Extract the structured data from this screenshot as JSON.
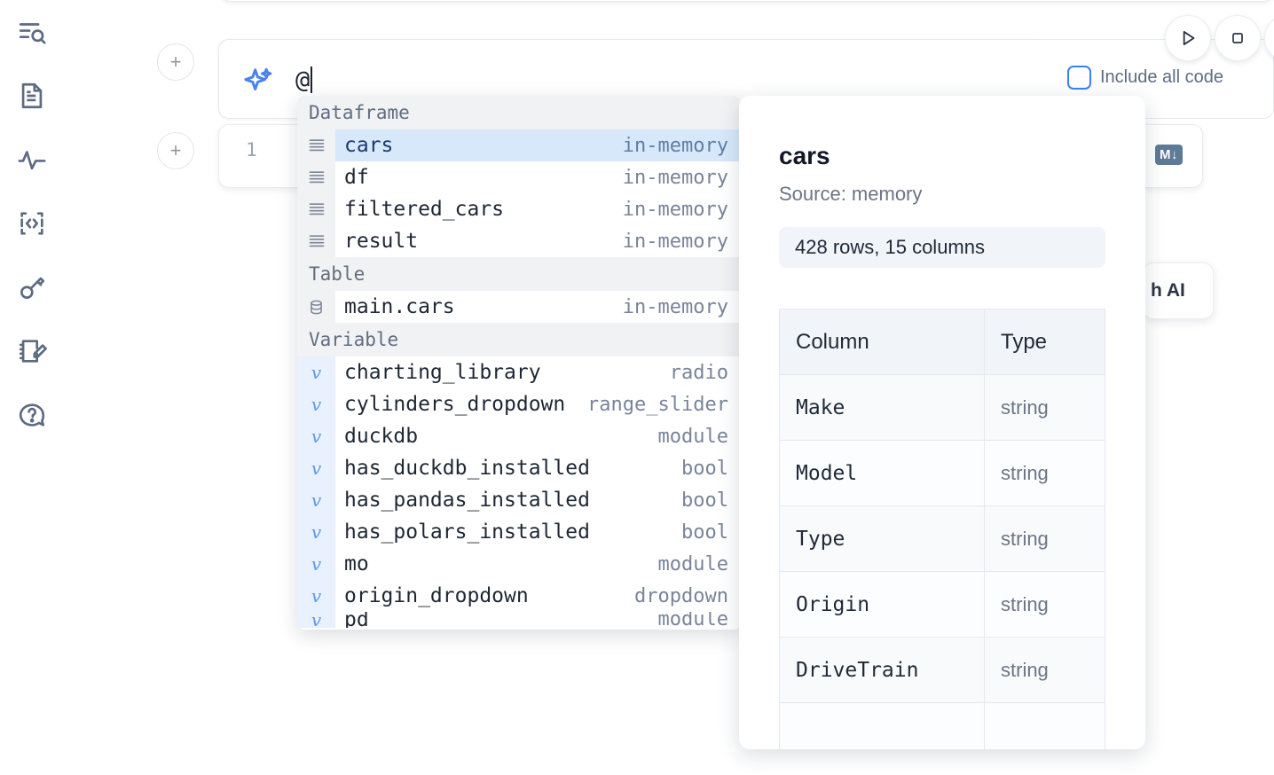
{
  "rail": {
    "items": [
      {
        "name": "explore-search-icon",
        "label": "Explore"
      },
      {
        "name": "document-icon",
        "label": "Notebook"
      },
      {
        "name": "activity-icon",
        "label": "Activity"
      },
      {
        "name": "code-snippet-icon",
        "label": "Snippets"
      },
      {
        "name": "key-icon",
        "label": "Secrets"
      },
      {
        "name": "notepad-edit-icon",
        "label": "Scratchpad"
      },
      {
        "name": "help-chat-icon",
        "label": "Help"
      }
    ]
  },
  "toolbar": {
    "add_cell_label": "+",
    "run_label": "Run",
    "stop_label": "Stop",
    "include_all_code_label": "Include all code",
    "include_all_code_checked": false,
    "ai_chip_label": "h AI"
  },
  "cell": {
    "line_number": "1",
    "database_icon": "database-icon",
    "markdown_badge": "M↓"
  },
  "prompt": {
    "value": "@",
    "sparkle_icon": "sparkle-icon"
  },
  "autocomplete": {
    "groups": [
      {
        "label": "Dataframe",
        "icon": "dataframe-icon",
        "kind": "dataframe",
        "items": [
          {
            "name": "cars",
            "type": "in-memory",
            "selected": true
          },
          {
            "name": "df",
            "type": "in-memory",
            "selected": false
          },
          {
            "name": "filtered_cars",
            "type": "in-memory",
            "selected": false
          },
          {
            "name": "result",
            "type": "in-memory",
            "selected": false
          }
        ]
      },
      {
        "label": "Table",
        "icon": "table-db-icon",
        "kind": "table",
        "items": [
          {
            "name": "main.cars",
            "type": "in-memory",
            "selected": false
          }
        ]
      },
      {
        "label": "Variable",
        "icon": "variable-icon",
        "kind": "variable",
        "items": [
          {
            "name": "charting_library",
            "type": "radio",
            "selected": false
          },
          {
            "name": "cylinders_dropdown",
            "type": "range_slider",
            "selected": false
          },
          {
            "name": "duckdb",
            "type": "module",
            "selected": false
          },
          {
            "name": "has_duckdb_installed",
            "type": "bool",
            "selected": false
          },
          {
            "name": "has_pandas_installed",
            "type": "bool",
            "selected": false
          },
          {
            "name": "has_polars_installed",
            "type": "bool",
            "selected": false
          },
          {
            "name": "mo",
            "type": "module",
            "selected": false
          },
          {
            "name": "origin_dropdown",
            "type": "dropdown",
            "selected": false
          },
          {
            "name": "pd",
            "type": "module",
            "selected": false,
            "clipped": true
          }
        ]
      }
    ]
  },
  "info_panel": {
    "title": "cars",
    "source": "Source: memory",
    "shape": "428 rows, 15 columns",
    "table": {
      "headers": [
        "Column",
        "Type"
      ],
      "rows": [
        [
          "Make",
          "string"
        ],
        [
          "Model",
          "string"
        ],
        [
          "Type",
          "string"
        ],
        [
          "Origin",
          "string"
        ],
        [
          "DriveTrain",
          "string"
        ],
        [
          "",
          ""
        ]
      ]
    }
  },
  "colors": {
    "accent_blue": "#3b82f6",
    "selection_blue": "#d8e8fb",
    "icon_slate": "#5d6b82",
    "group_bg": "#f1f2f4",
    "variable_gutter": "#e8f1fd"
  }
}
